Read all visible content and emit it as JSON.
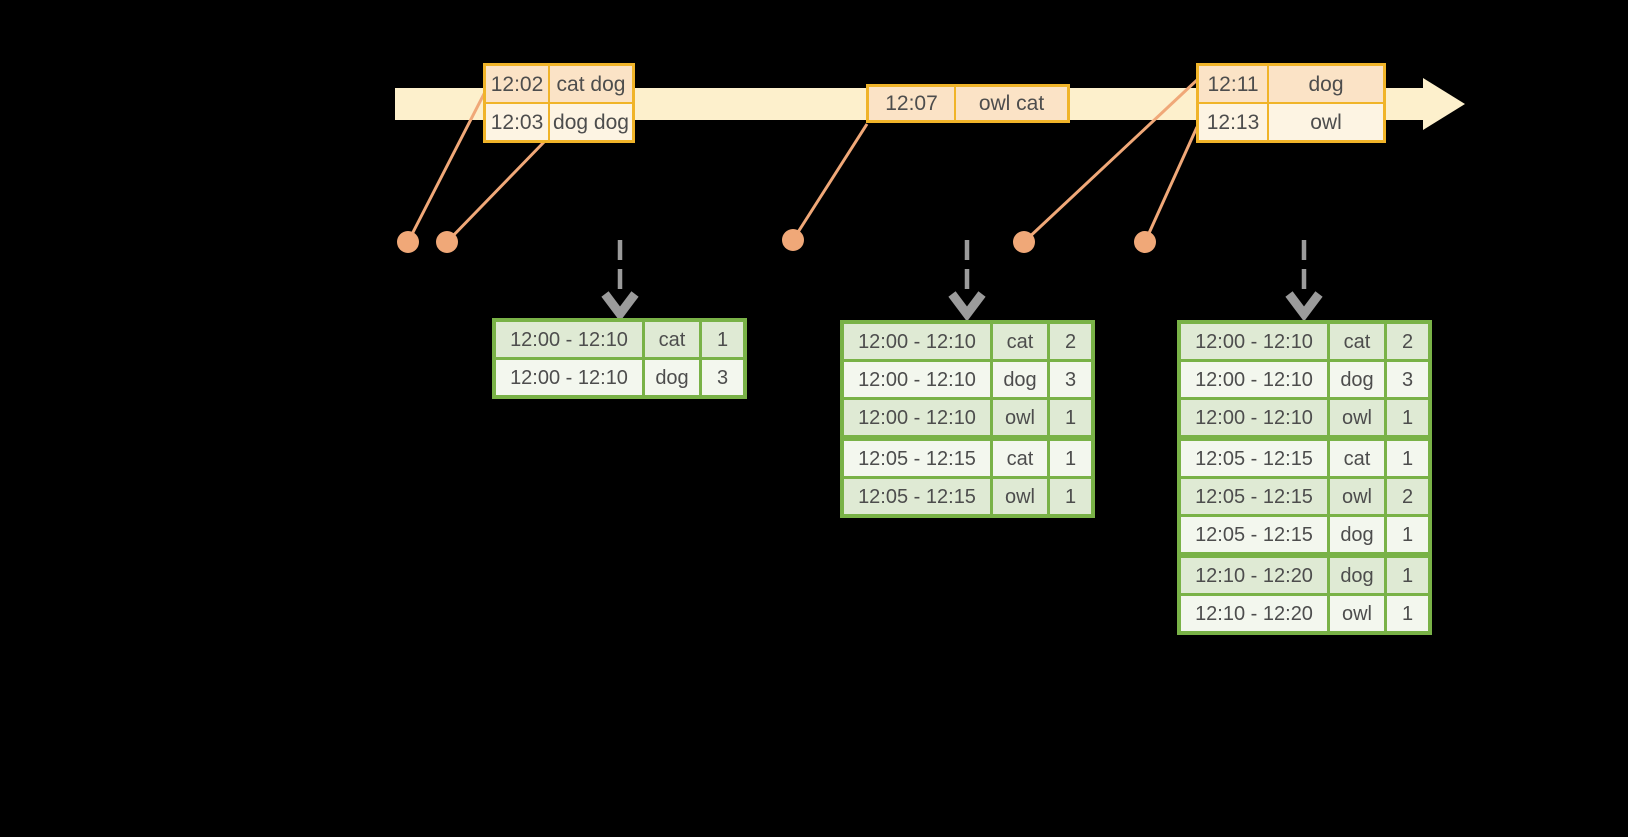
{
  "diagram": {
    "title": "streaming-windowed-word-counts",
    "colors": {
      "background": "#000000",
      "timeline": "#fdf0cc",
      "event_border": "#f0b429",
      "event_fill_a": "#fbe3c6",
      "event_fill_b": "#fdf4e3",
      "connector": "#f0a878",
      "trigger_arrow": "#9b9b9b",
      "result_border": "#79b247",
      "result_fill_a": "#dfead4",
      "result_fill_b": "#f3f7ee",
      "text": "#4d4d4d"
    },
    "event_tables": [
      {
        "rows": [
          {
            "time": "12:02",
            "words": "cat dog"
          },
          {
            "time": "12:03",
            "words": "dog dog"
          }
        ]
      },
      {
        "rows": [
          {
            "time": "12:07",
            "words": "owl cat"
          }
        ]
      },
      {
        "rows": [
          {
            "time": "12:11",
            "words": "dog"
          },
          {
            "time": "12:13",
            "words": "owl"
          }
        ]
      }
    ],
    "result_tables": [
      {
        "rows": [
          {
            "window": "12:00 - 12:10",
            "word": "cat",
            "count": "1"
          },
          {
            "window": "12:00 - 12:10",
            "word": "dog",
            "count": "3"
          }
        ]
      },
      {
        "rows": [
          {
            "window": "12:00 - 12:10",
            "word": "cat",
            "count": "2"
          },
          {
            "window": "12:00 - 12:10",
            "word": "dog",
            "count": "3"
          },
          {
            "window": "12:00 - 12:10",
            "word": "owl",
            "count": "1"
          },
          {
            "window": "12:05 - 12:15",
            "word": "cat",
            "count": "1"
          },
          {
            "window": "12:05 - 12:15",
            "word": "owl",
            "count": "1"
          }
        ]
      },
      {
        "rows": [
          {
            "window": "12:00 - 12:10",
            "word": "cat",
            "count": "2"
          },
          {
            "window": "12:00 - 12:10",
            "word": "dog",
            "count": "3"
          },
          {
            "window": "12:00 - 12:10",
            "word": "owl",
            "count": "1"
          },
          {
            "window": "12:05 - 12:15",
            "word": "cat",
            "count": "1"
          },
          {
            "window": "12:05 - 12:15",
            "word": "owl",
            "count": "2"
          },
          {
            "window": "12:05 - 12:15",
            "word": "dog",
            "count": "1"
          },
          {
            "window": "12:10 - 12:20",
            "word": "dog",
            "count": "1"
          },
          {
            "window": "12:10 - 12:20",
            "word": "owl",
            "count": "1"
          }
        ]
      }
    ]
  }
}
